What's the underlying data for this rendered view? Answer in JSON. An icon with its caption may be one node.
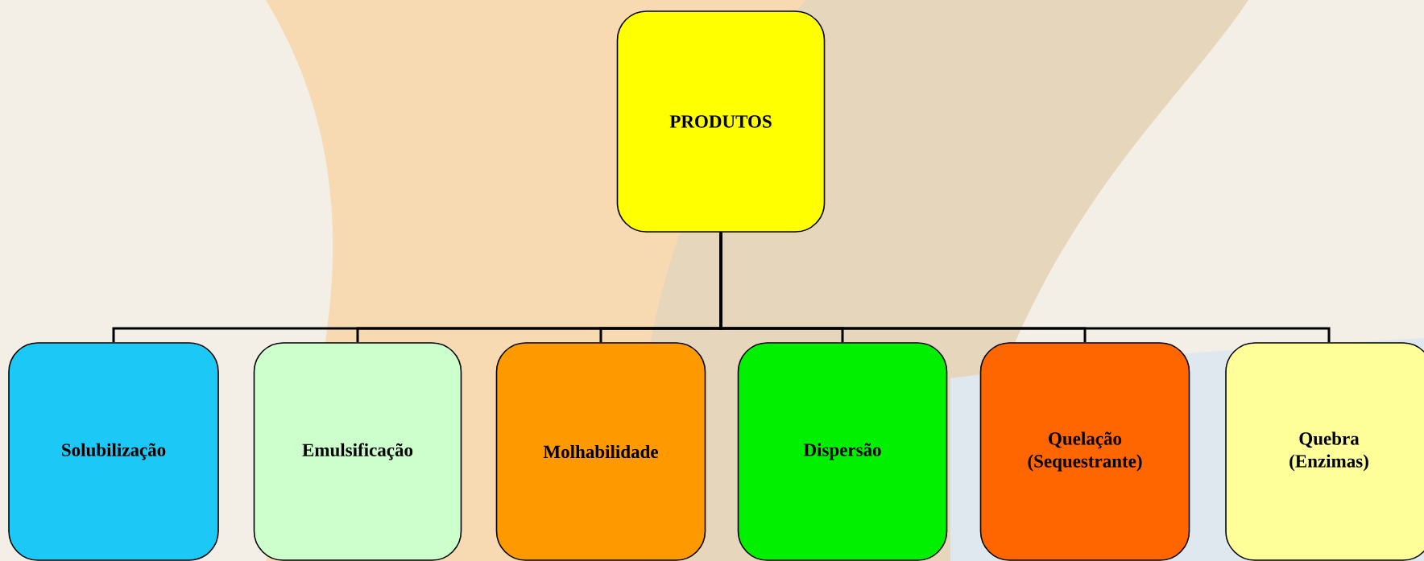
{
  "diagram": {
    "nodes": [
      {
        "text": [
          "PRODUTOS"
        ]
      },
      {
        "text": [
          "Solubilização"
        ]
      },
      {
        "text": [
          "Emulsificação"
        ]
      },
      {
        "text": [
          "Molhabilidade"
        ]
      },
      {
        "text": [
          "Dispersão"
        ]
      },
      {
        "text": [
          "Quelação (Sequestrante)"
        ]
      },
      {
        "text": [
          "Quebra (Enzimas)"
        ]
      }
    ],
    "edges": [
      {
        "from": 0,
        "to": 1,
        "arrow": "none"
      },
      {
        "from": 0,
        "to": 2,
        "arrow": "none"
      },
      {
        "from": 0,
        "to": 3,
        "arrow": "none"
      },
      {
        "from": 0,
        "to": 4,
        "arrow": "none"
      },
      {
        "from": 0,
        "to": 5,
        "arrow": "none"
      },
      {
        "from": 0,
        "to": 6,
        "arrow": "none"
      }
    ]
  }
}
